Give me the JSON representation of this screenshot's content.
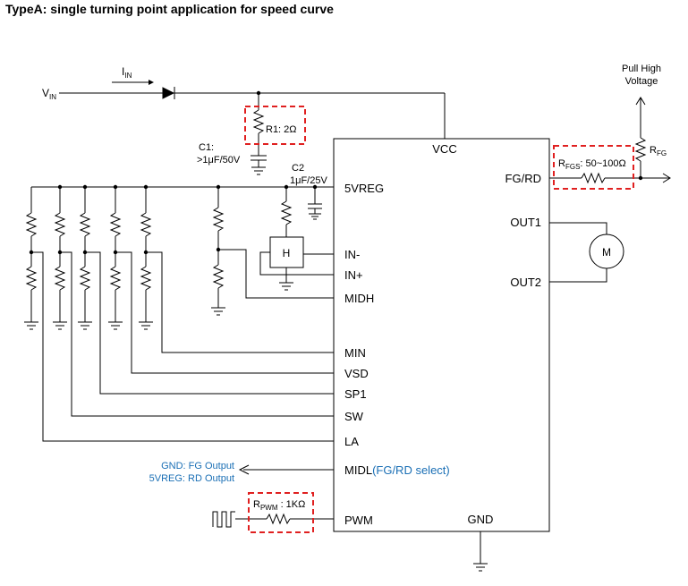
{
  "title": "TypeA: single turning point application for speed curve",
  "colors": {
    "line": "#000000",
    "highlight": "#e02020",
    "annotation": "#1a6fb5"
  },
  "icons": [
    "diode-icon",
    "hall-sensor-icon",
    "motor-icon",
    "pwm-waveform-icon",
    "ground-icon",
    "arrow-icon"
  ],
  "ic": {
    "pins_left": [
      "5VREG",
      "IN-",
      "IN+",
      "MIDH",
      "MIN",
      "VSD",
      "SP1",
      "SW",
      "LA",
      "PWM"
    ],
    "midl_pin": "MIDL",
    "midl_note": "(FG/RD select)",
    "pins_top": "VCC",
    "pins_bottom": "GND",
    "pins_right": [
      "FG/RD",
      "OUT1",
      "OUT2"
    ]
  },
  "labels": {
    "vin": "V",
    "vin_sub": "IN",
    "iin": "I",
    "iin_sub": "IN",
    "r1": "R1: 2Ω",
    "c1_line1": "C1:",
    "c1_line2": ">1μF/50V",
    "c2_line1": "C2",
    "c2_line2": "1μF/25V",
    "hall": "H",
    "motor": "M",
    "pull_high_1": "Pull High",
    "pull_high_2": "Voltage",
    "rfg": "R",
    "rfg_sub": "FG",
    "rfgs": "R",
    "rfgs_sub": "FGS",
    "rfgs_value": ": 50~100Ω",
    "rpwm": "R",
    "rpwm_sub": "PWM",
    "rpwm_value": " : 1KΩ",
    "gnd_note": "GND: FG Output",
    "vreg_note": "5VREG: RD Output"
  }
}
